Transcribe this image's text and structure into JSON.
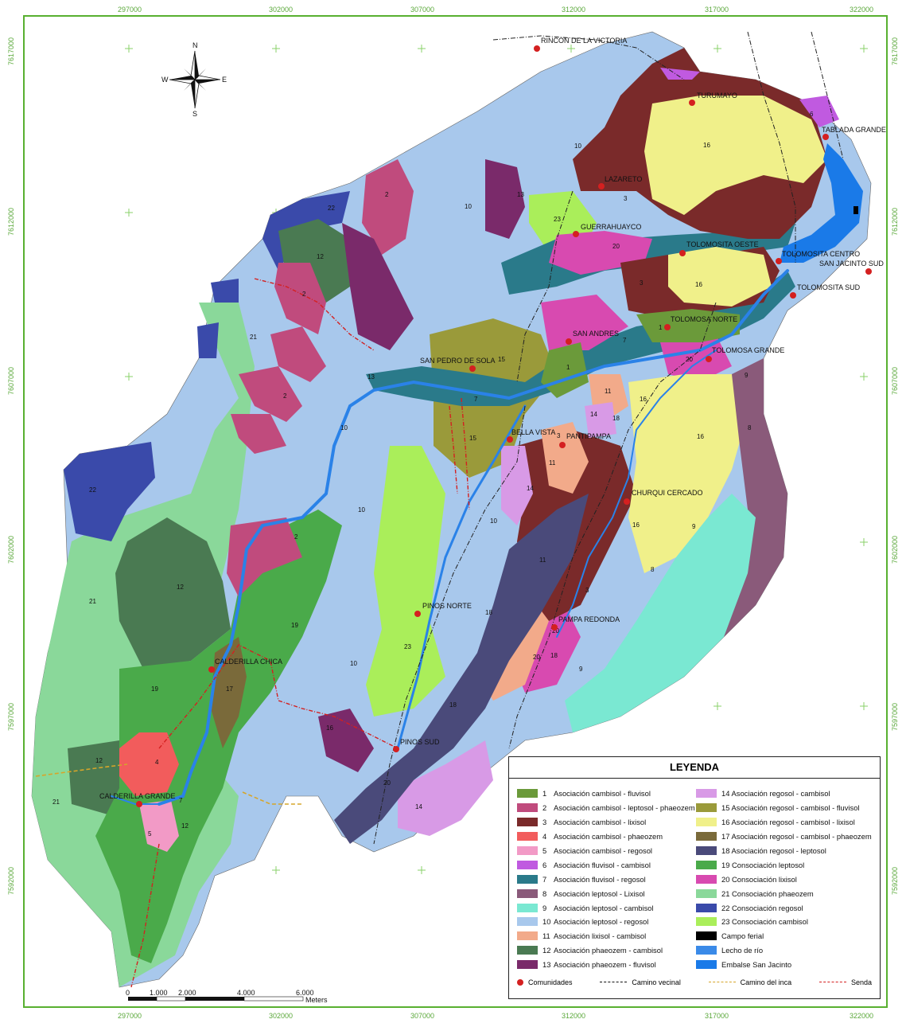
{
  "coords": {
    "x": [
      "297000",
      "302000",
      "307000",
      "312000",
      "317000",
      "322000"
    ],
    "y": [
      "7617000",
      "7612000",
      "7607000",
      "7602000",
      "7597000",
      "7592000"
    ]
  },
  "north_arrow": {
    "n": "N",
    "s": "S",
    "e": "E",
    "w": "W"
  },
  "scale_bar": {
    "ticks": [
      "0",
      "1.000",
      "2.000",
      "4.000",
      "6.000"
    ],
    "unit": "Meters"
  },
  "communities": [
    "RINCON DE LA VICTORIA",
    "TURUMAYO",
    "TABLADA GRANDE",
    "LAZARETO",
    "GUERRAHUAYCO",
    "TOLOMOSITA OESTE",
    "TOLOMOSITA CENTRO",
    "SAN JACINTO SUD",
    "TOLOMOSITA SUD",
    "TOLOMOSA NORTE",
    "SAN ANDRES",
    "TOLOMOSA GRANDE",
    "SAN PEDRO DE SOLA",
    "BELLA VISTA",
    "PANTIPAMPA",
    "CHURQUI CERCADO",
    "PINOS NORTE",
    "PAMPA REDONDA",
    "CALDERILLA CHICA",
    "PINOS SUD",
    "CALDERILLA GRANDE"
  ],
  "legend": {
    "title": "LEYENDA",
    "left": [
      {
        "num": "1",
        "label": "Asociación cambisol - fluvisol",
        "color": "#6b9a3a"
      },
      {
        "num": "2",
        "label": "Asociación cambisol - leptosol - phaeozem",
        "color": "#c04b7d"
      },
      {
        "num": "3",
        "label": "Asociación cambisol - lixisol",
        "color": "#7a2a2a"
      },
      {
        "num": "4",
        "label": "Asociación cambisol - phaeozem",
        "color": "#f25c5c"
      },
      {
        "num": "5",
        "label": "Asociación cambisol - regosol",
        "color": "#f29ac6"
      },
      {
        "num": "6",
        "label": "Asociación fluvisol - cambisol",
        "color": "#c05ae0"
      },
      {
        "num": "7",
        "label": "Asociación fluvisol - regosol",
        "color": "#2a7a8a"
      },
      {
        "num": "8",
        "label": "Asociación leptosol - Lixisol",
        "color": "#8a5a7a"
      },
      {
        "num": "9",
        "label": "Asociación leptosol - cambisol",
        "color": "#7ae8d2"
      },
      {
        "num": "10",
        "label": "Asociación leptosol - regosol",
        "color": "#a8c8ec"
      },
      {
        "num": "11",
        "label": "Asociación lixisol - cambisol",
        "color": "#f2aa8a"
      },
      {
        "num": "12",
        "label": "Asociación phaeozem - cambisol",
        "color": "#4a7a52"
      },
      {
        "num": "13",
        "label": "Asociación phaeozem - fluvisol",
        "color": "#7a2a6a"
      }
    ],
    "right": [
      {
        "num": "",
        "label": "14 Asociación regosol - cambisol",
        "color": "#d89ae6"
      },
      {
        "num": "",
        "label": "15 Asociación regosol - cambisol - fluvisol",
        "color": "#9a9a3a"
      },
      {
        "num": "",
        "label": "16 Asociación regosol - cambisol - lixisol",
        "color": "#f0f08a"
      },
      {
        "num": "",
        "label": "17 Asociación regosol - cambisol - phaeozem",
        "color": "#7a6a3a"
      },
      {
        "num": "",
        "label": "18 Asociación regosol - leptosol",
        "color": "#4a4a7a"
      },
      {
        "num": "",
        "label": "19 Consociación leptosol",
        "color": "#4aaa4a"
      },
      {
        "num": "",
        "label": "20 Consociación lixisol",
        "color": "#d84ab0"
      },
      {
        "num": "",
        "label": "21 Consociación phaeozem",
        "color": "#8ad89a"
      },
      {
        "num": "",
        "label": "22 Consociación regosol",
        "color": "#3a4aaa"
      },
      {
        "num": "",
        "label": "23 Consociación cambisol",
        "color": "#aaee5a"
      },
      {
        "num": "",
        "label": "Campo ferial",
        "color": "#000000"
      },
      {
        "num": "",
        "label": "Lecho de río",
        "color": "#3a8ae8"
      },
      {
        "num": "",
        "label": "Embalse San Jacinto",
        "color": "#1a7ae8"
      }
    ],
    "footer": {
      "comunidades": "Comunidades",
      "camino_vecinal": "Camino  vecinal",
      "camino_inca": "Camino del inca",
      "senda": "Senda"
    }
  }
}
